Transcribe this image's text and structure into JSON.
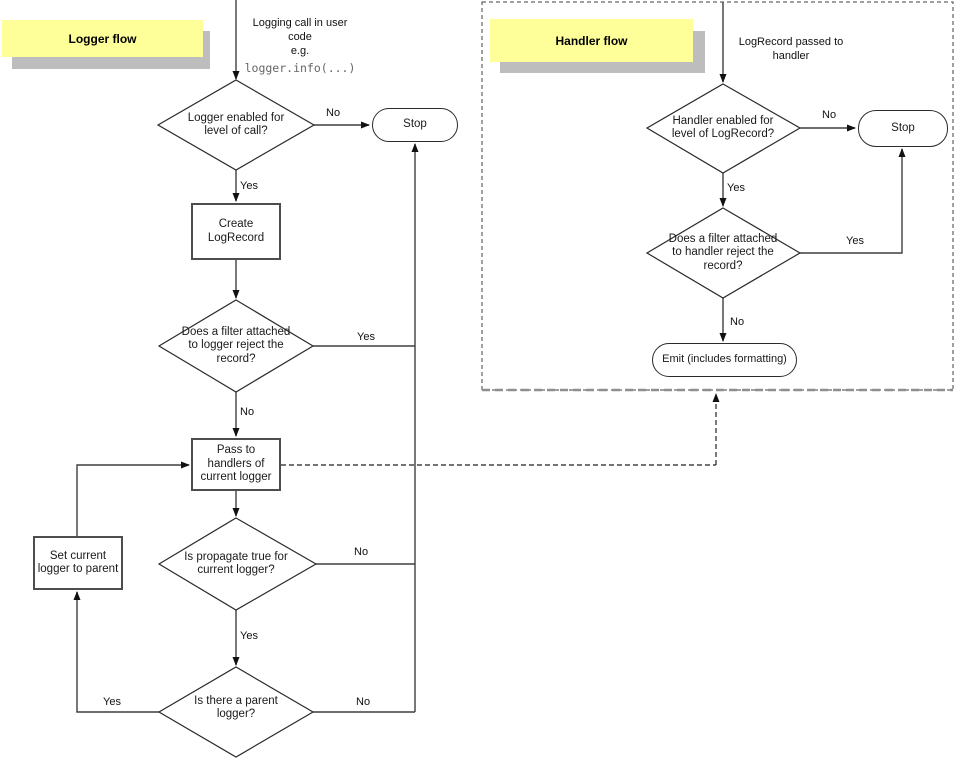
{
  "colors": {
    "sticky_yellow": "#ffff99",
    "sticky_shadow": "#bdbdbd",
    "line": "#3f3f3f",
    "box_border": "#4d4d4d",
    "code_text": "#666666",
    "background": "#ffffff"
  },
  "labels": {
    "yes": "Yes",
    "no": "No"
  },
  "logger_flow": {
    "title": "Logger flow",
    "entry_text": "Logging call in user\ncode\ne.g.",
    "entry_code": "logger.info(...)",
    "level_check": "Logger enabled for\nlevel of call?",
    "stop": "Stop",
    "create_logrecord": "Create\nLogRecord",
    "filter_check": "Does a filter attached\nto logger reject the\nrecord?",
    "pass_to_handlers": "Pass to\nhandlers of\ncurrent logger",
    "propagate_check": "Is propagate true for\ncurrent logger?",
    "set_current_logger": "Set current\nlogger to parent",
    "parent_check": "Is there a parent\nlogger?"
  },
  "handler_flow": {
    "title": "Handler flow",
    "entry_text": "LogRecord passed to\nhandler",
    "level_check": "Handler enabled for\nlevel of LogRecord?",
    "stop": "Stop",
    "filter_check": "Does a filter attached\nto handler reject the\nrecord?",
    "emit": "Emit (includes formatting)"
  }
}
